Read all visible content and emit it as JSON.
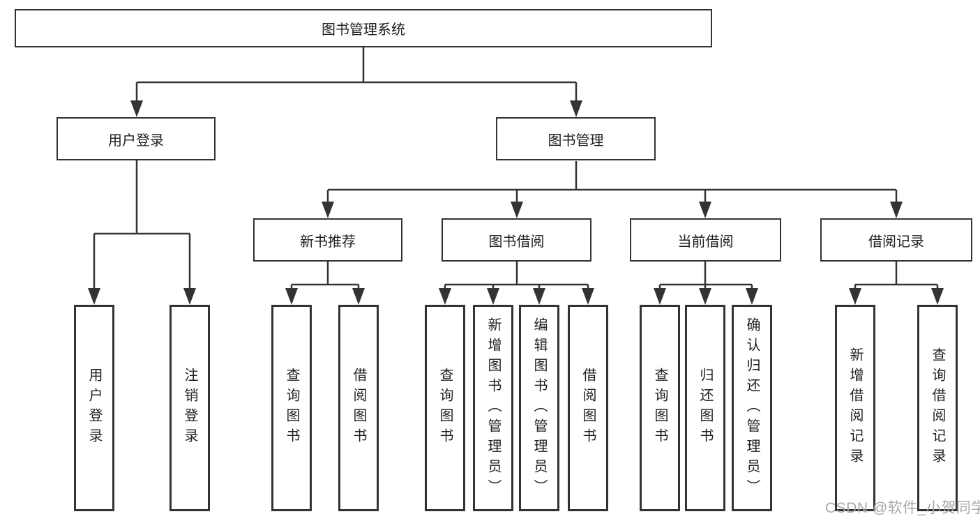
{
  "diagram": {
    "title": "图书管理系统",
    "level2": [
      {
        "label": "用户登录",
        "leaves": [
          "用户登录",
          "注销登录"
        ]
      },
      {
        "label": "图书管理",
        "groups": [
          {
            "label": "新书推荐",
            "leaves": [
              "查询图书",
              "借阅图书"
            ]
          },
          {
            "label": "图书借阅",
            "leaves": [
              "查询图书",
              "新增图书（管理员）",
              "编辑图书（管理员）",
              "借阅图书"
            ]
          },
          {
            "label": "当前借阅",
            "leaves": [
              "查询图书",
              "归还图书",
              "确认归还（管理员）"
            ]
          },
          {
            "label": "借阅记录",
            "leaves": [
              "新增借阅记录",
              "查询借阅记录"
            ]
          }
        ]
      }
    ]
  },
  "watermark": "CSDN @软件_小贺同学",
  "colors": {
    "line": "#333333",
    "box_border": "#333333",
    "text": "#1f1f1f",
    "watermark": "#a9a9a9",
    "background": "#ffffff"
  }
}
